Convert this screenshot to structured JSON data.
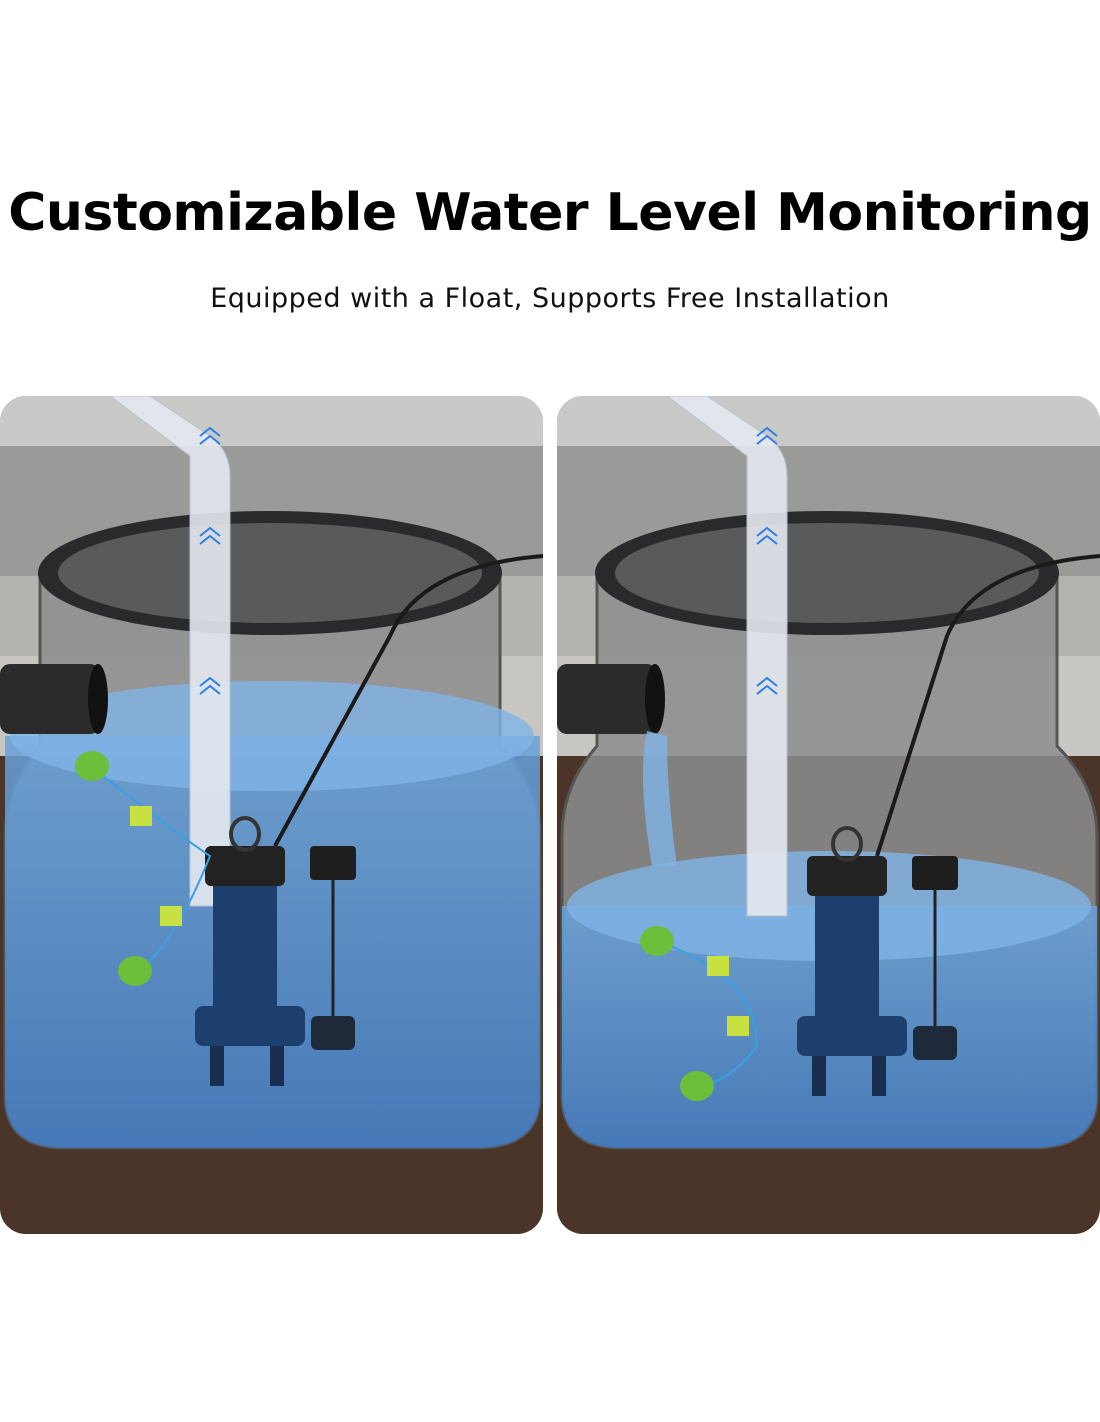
{
  "header": {
    "title": "Customizable Water Level Monitoring",
    "subtitle": "Equipped with a Float, Supports Free Installation"
  },
  "panels": [
    {
      "state": "high water level"
    },
    {
      "state": "low water level"
    }
  ],
  "colors": {
    "water": "#5c95cf",
    "soil": "#4a3528",
    "wall": "#9a9a98",
    "float": "#6bbf3a",
    "pump": "#1d3f6e"
  }
}
